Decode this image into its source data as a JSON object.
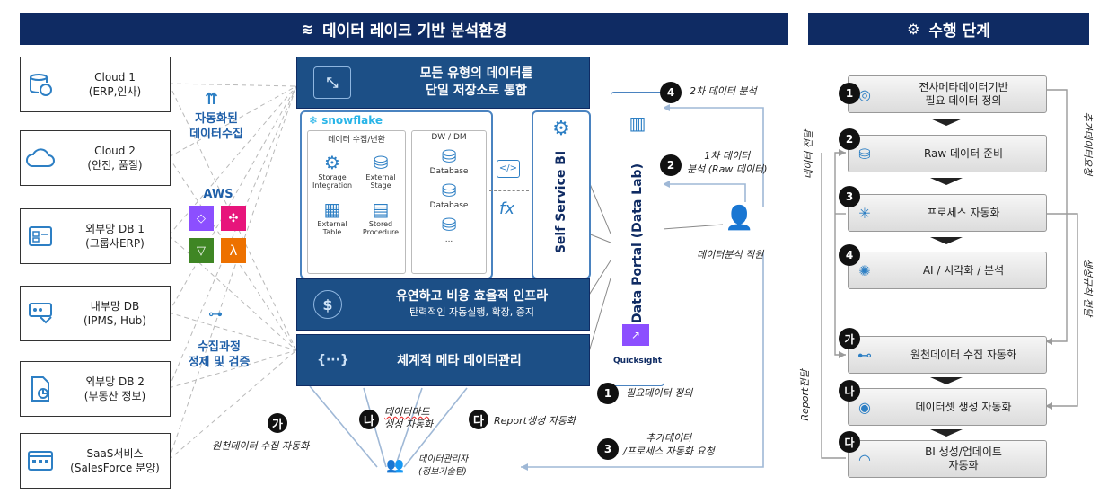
{
  "main_title": "데이터 레이크 기반 분석환경",
  "side_title": "수행 단계",
  "sources": [
    {
      "line1": "Cloud 1",
      "line2": "(ERP,인사)",
      "icon": "database-cloud-icon"
    },
    {
      "line1": "Cloud 2",
      "line2": "(안전, 품질)",
      "icon": "cloud-icon"
    },
    {
      "line1": "외부망 DB 1",
      "line2": "(그룹사ERP)",
      "icon": "external-db-icon"
    },
    {
      "line1": "내부망 DB",
      "line2": "(IPMS, Hub)",
      "icon": "internal-db-icon"
    },
    {
      "line1": "외부망 DB 2",
      "line2": "(부동산 정보)",
      "icon": "document-chart-icon"
    },
    {
      "line1": "SaaS서비스",
      "line2": "(SalesForce 분양)",
      "icon": "saas-window-icon"
    }
  ],
  "labels": {
    "auto_collect_1": "자동화된",
    "auto_collect_2": "데이터수집",
    "aws": "AWS",
    "refine_1": "수집과정",
    "refine_2": "정제 및 검증"
  },
  "boxes": {
    "integrate_1": "모든 유형의 데이터를",
    "integrate_2": "단일 저장소로 통합",
    "infra_1": "유연하고 비용 효율적 인프라",
    "infra_2": "탄력적인 자동실행, 확장, 중지",
    "meta": "체계적 메타 데이터관리",
    "snowflake": "snowflake",
    "ingest_header": "데이터 수집/변환",
    "dw_header": "DW / DM",
    "storage_integration": "Storage Integration",
    "external_stage": "External Stage",
    "external_table": "External Table",
    "stored_procedure": "Stored Procedure",
    "database_1": "Database",
    "database_2": "Database",
    "ellipsis": "...",
    "self_service": "Self Service BI",
    "data_portal": "Data Portal (Data Lab)",
    "quicksight": "Quicksight",
    "fx": "fx"
  },
  "flow": {
    "n4": "4",
    "step4_label": "2차 데이터 분석",
    "n2": "2",
    "step2_label_1": "1차 데이터",
    "step2_label_2": "분석 (Raw 데이터)",
    "analyst": "데이터분석 직원",
    "n1": "1",
    "step1_label": "필요데이터 정의",
    "n3": "3",
    "step3_label_1": "추가데이터",
    "step3_label_2": "/프로세스 자동화 요청",
    "ga": "가",
    "ga_label": "원천데이터 수집 자동화",
    "na": "나",
    "na_label_1": "데이터마트",
    "na_label_2": "생성 자동화",
    "da": "다",
    "da_label": "Report생성 자동화",
    "manager_1": "데이터관리자",
    "manager_2": "(정보기술팀)"
  },
  "steps": [
    {
      "badge": "1",
      "line1": "전사메타데이터기반",
      "line2": "필요 데이터 정의",
      "icon": "brain-gear-icon"
    },
    {
      "badge": "2",
      "line1": "Raw 데이터 준비",
      "line2": "",
      "icon": "database-stack-icon"
    },
    {
      "badge": "3",
      "line1": "프로세스 자동화",
      "line2": "",
      "icon": "spinner-icon"
    },
    {
      "badge": "4",
      "line1": "AI / 시각화 / 분석",
      "line2": "",
      "icon": "ai-brain-icon"
    },
    {
      "badge": "가",
      "line1": "원천데이터 수집 자동화",
      "line2": "",
      "icon": "pipe-icon"
    },
    {
      "badge": "나",
      "line1": "데이터셋 생성 자동화",
      "line2": "",
      "icon": "dataset-icon"
    },
    {
      "badge": "다",
      "line1": "BI 생성/업데이트",
      "line2": "자동화",
      "icon": "gauge-icon"
    }
  ],
  "side_labels": {
    "data_transfer": "데이터 전달",
    "report_transfer": "Report전달",
    "extra_request": "추가데이터요청",
    "rule_transfer": "생성규칙 전달"
  }
}
